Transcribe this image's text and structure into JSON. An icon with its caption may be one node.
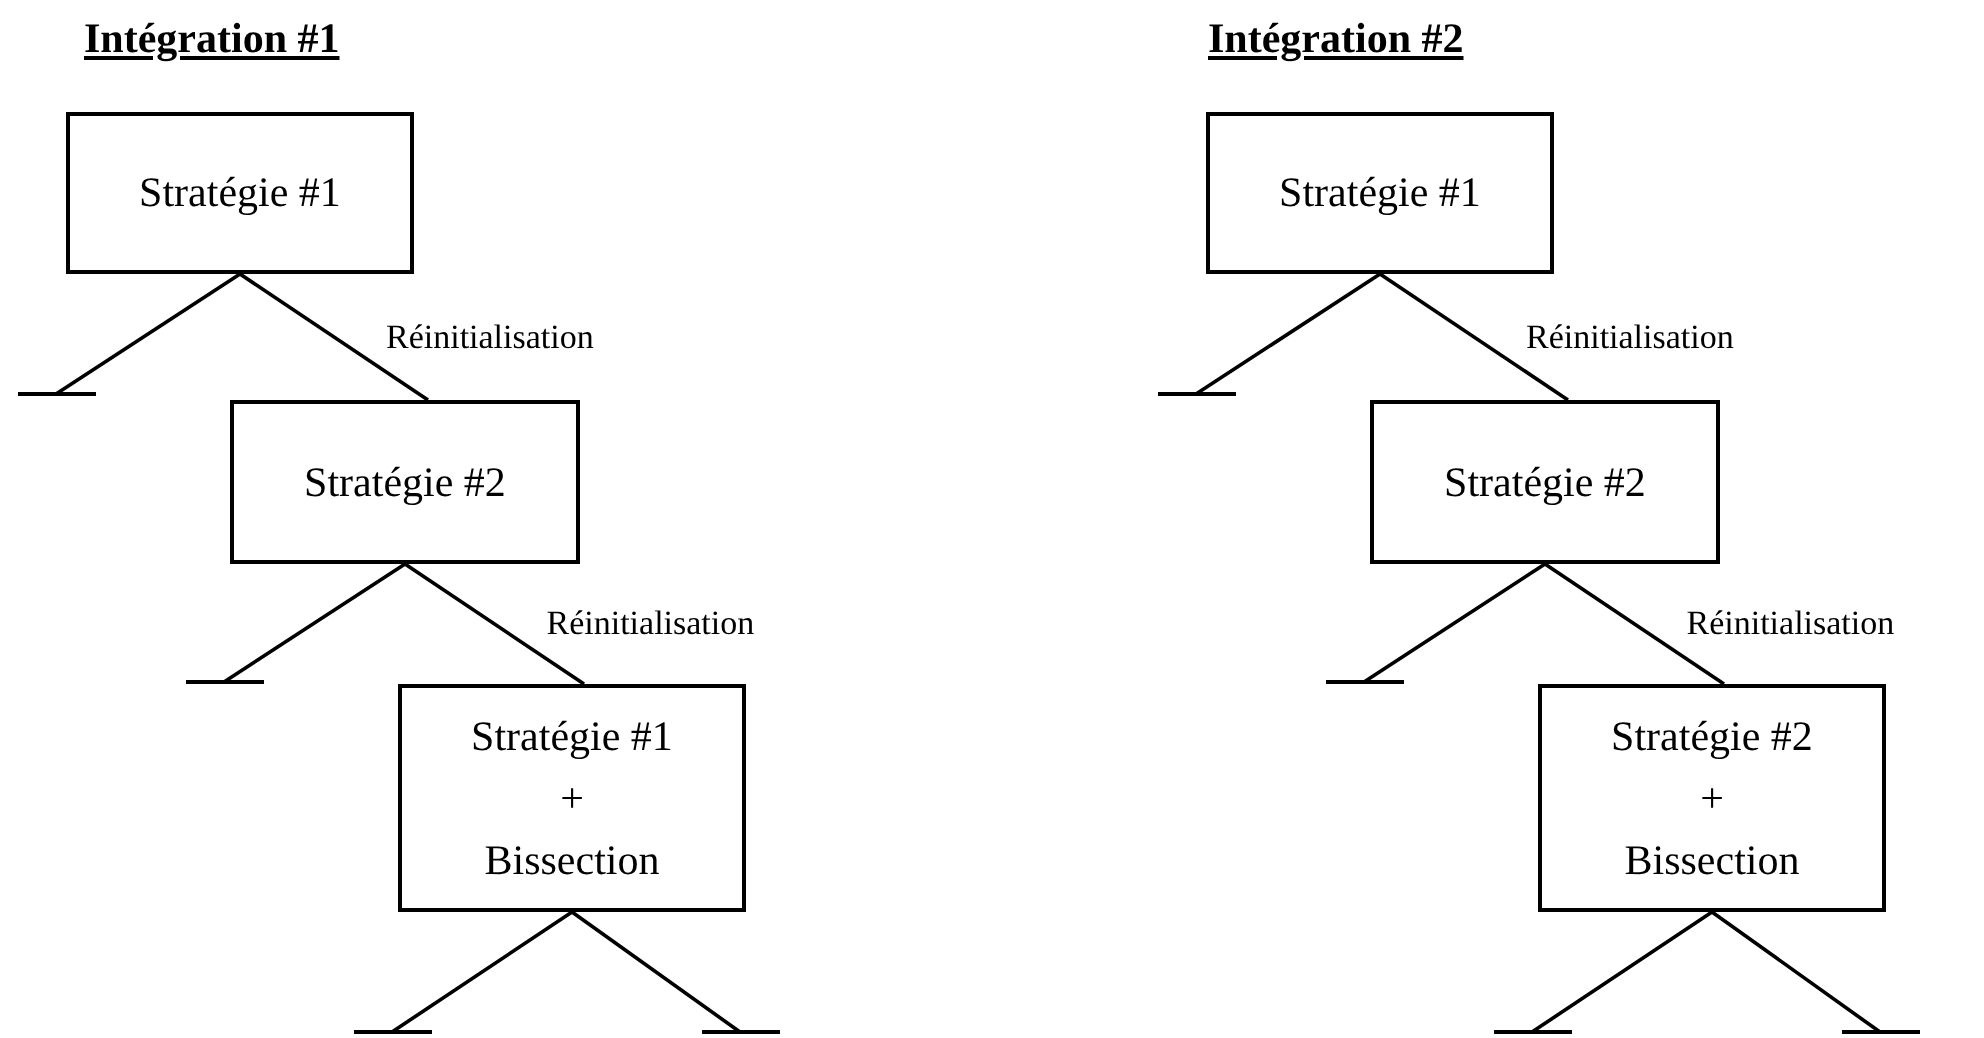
{
  "diagram": {
    "nodes": [
      {
        "text": [
          "Stratégie #1"
        ]
      },
      {
        "text": [],
        "shape": "bar"
      },
      {
        "text": [
          "Stratégie #2"
        ]
      },
      {
        "text": [],
        "shape": "bar"
      },
      {
        "text": [
          "Stratégie #1",
          "+",
          "Bissection"
        ]
      },
      {
        "text": [],
        "shape": "bar"
      },
      {
        "text": [],
        "shape": "bar"
      },
      {
        "text": [
          "Stratégie #1"
        ]
      },
      {
        "text": [],
        "shape": "bar"
      },
      {
        "text": [
          "Stratégie #2"
        ]
      },
      {
        "text": [],
        "shape": "bar"
      },
      {
        "text": [
          "Stratégie #2",
          "+",
          "Bissection"
        ]
      },
      {
        "text": [],
        "shape": "bar"
      },
      {
        "text": [],
        "shape": "bar"
      }
    ],
    "edges": [
      {
        "from": 0,
        "to": 1,
        "arrow": "none"
      },
      {
        "from": 0,
        "to": 2,
        "arrow": "none",
        "label": "Réinitialisation"
      },
      {
        "from": 2,
        "to": 3,
        "arrow": "none"
      },
      {
        "from": 2,
        "to": 4,
        "arrow": "none",
        "label": "Réinitialisation"
      },
      {
        "from": 4,
        "to": 5,
        "arrow": "none"
      },
      {
        "from": 4,
        "to": 6,
        "arrow": "none"
      },
      {
        "from": 7,
        "to": 8,
        "arrow": "none"
      },
      {
        "from": 7,
        "to": 9,
        "arrow": "none",
        "label": "Réinitialisation"
      },
      {
        "from": 9,
        "to": 10,
        "arrow": "none"
      },
      {
        "from": 9,
        "to": 11,
        "arrow": "none",
        "label": "Réinitialisation"
      },
      {
        "from": 11,
        "to": 12,
        "arrow": "none"
      },
      {
        "from": 11,
        "to": 13,
        "arrow": "none"
      }
    ],
    "labels": [
      "Intégration #1",
      "Intégration #2"
    ]
  }
}
